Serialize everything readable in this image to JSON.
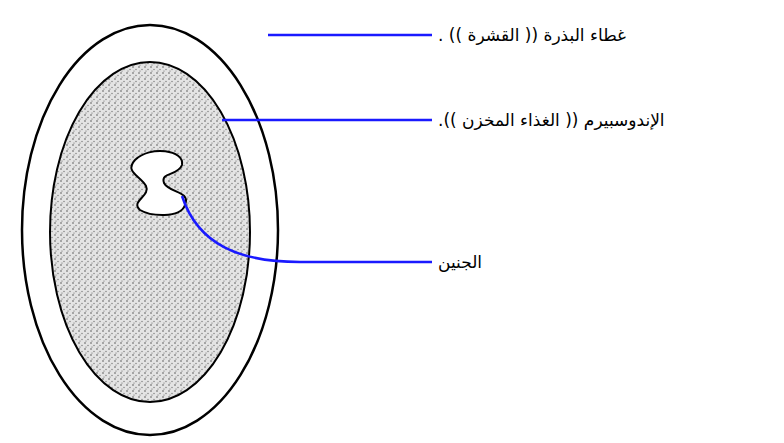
{
  "diagram": {
    "labels": [
      "غطاء البذرة (( القشرة )) .",
      "الإندوسبيرم (( الغذاء المخزن )).",
      "الجنين"
    ]
  }
}
